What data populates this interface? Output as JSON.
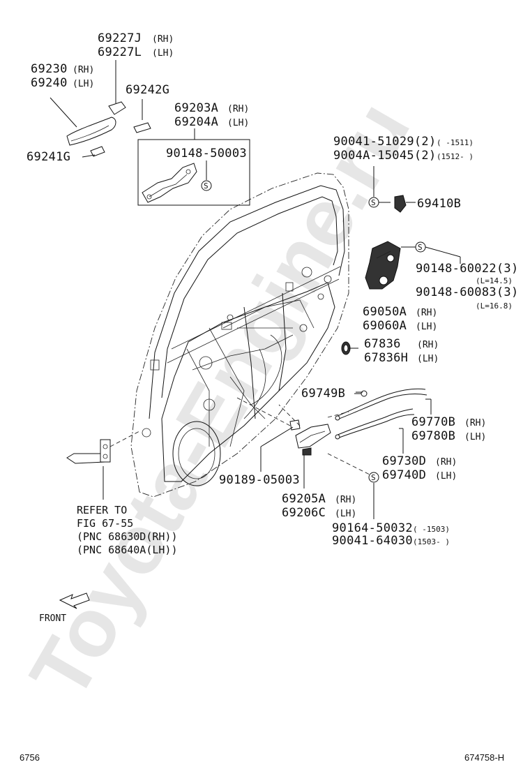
{
  "watermark": "Toyota-Engine.ru",
  "labels": {
    "p69227": "69227J",
    "p69227_rh": "(RH)",
    "p69227L": "69227L",
    "p69227L_lh": "(LH)",
    "p69230": "69230",
    "p69230_rh": "(RH)",
    "p69240": "69240",
    "p69240_lh": "(LH)",
    "p69242G": "69242G",
    "p69203A": "69203A",
    "p69203A_rh": "(RH)",
    "p69204A": "69204A",
    "p69204A_lh": "(LH)",
    "p90148_50003": "90148-50003",
    "p69241G": "69241G",
    "p90041_51029": "90041-51029(2)",
    "p90041_51029_range": "(     -1511)",
    "p9004A_15045": "9004A-15045(2)",
    "p9004A_15045_range": "(1512-     )",
    "p69410B": "69410B",
    "p90148_60022": "90148-60022(3)",
    "p90148_60022_len": "(L=14.5)",
    "p90148_60083": "90148-60083(3)",
    "p90148_60083_len": "(L=16.8)",
    "p69050A": "69050A",
    "p69050A_rh": "(RH)",
    "p69060A": "69060A",
    "p69060A_lh": "(LH)",
    "p67836": "67836",
    "p67836_rh": "(RH)",
    "p67836H": "67836H",
    "p67836H_lh": "(LH)",
    "p69749B": "69749B",
    "p69770B": "69770B",
    "p69770B_rh": "(RH)",
    "p69780B": "69780B",
    "p69780B_lh": "(LH)",
    "p69730D": "69730D",
    "p69730D_rh": "(RH)",
    "p69740D": "69740D",
    "p69740D_lh": "(LH)",
    "p90189_05003": "90189-05003",
    "p69205A": "69205A",
    "p69205A_rh": "(RH)",
    "p69206C": "69206C",
    "p69206C_lh": "(LH)",
    "p90164_50032": "90164-50032",
    "p90164_50032_range": "(     -1503)",
    "p90041_64030": "90041-64030",
    "p90041_64030_range": "(1503-     )",
    "refer_line1": "REFER TO",
    "refer_line2": "FIG 67-55",
    "refer_line3": "(PNC 68630D(RH))",
    "refer_line4": "(PNC 68640A(LH))",
    "front": "FRONT",
    "s_mark": "S"
  },
  "footer": {
    "left": "6756",
    "right": "674758-H"
  }
}
